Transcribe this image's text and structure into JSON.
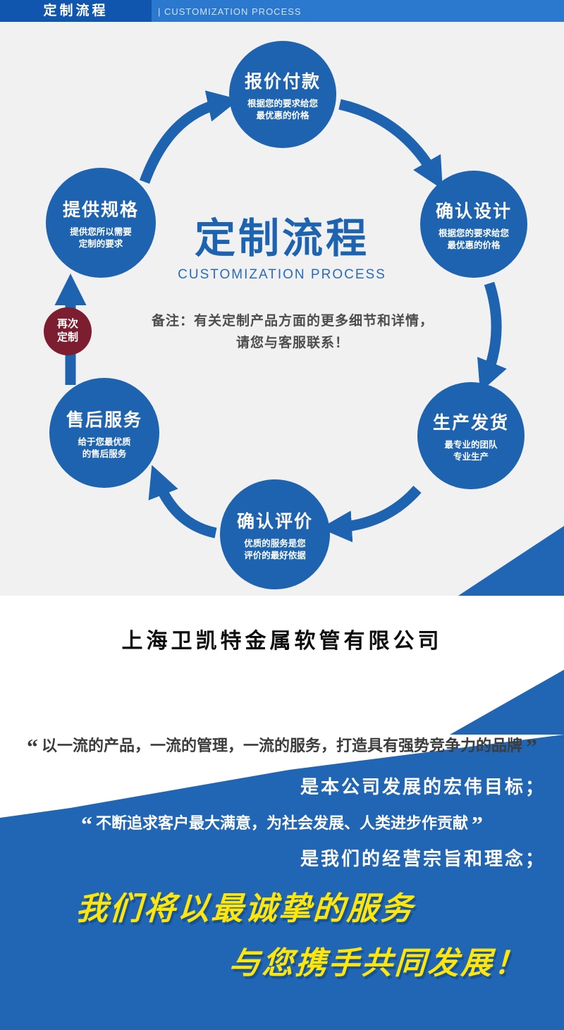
{
  "header": {
    "title": "定制流程",
    "subtitle": "| CUSTOMIZATION PROCESS"
  },
  "diagram": {
    "center_title": "定制流程",
    "center_subtitle": "CUSTOMIZATION PROCESS",
    "note_line1": "备注：有关定制产品方面的更多细节和详情，",
    "note_line2": "请您与客服联系！",
    "steps": [
      {
        "title": "报价付款",
        "desc1": "根据您的要求给您",
        "desc2": "最优惠的价格"
      },
      {
        "title": "确认设计",
        "desc1": "根据您的要求给您",
        "desc2": "最优惠的价格"
      },
      {
        "title": "生产发货",
        "desc1": "最专业的团队",
        "desc2": "专业生产"
      },
      {
        "title": "确认评价",
        "desc1": "优质的服务是您",
        "desc2": "评价的最好依据"
      },
      {
        "title": "售后服务",
        "desc1": "给于您最优质",
        "desc2": "的售后服务"
      },
      {
        "title": "提供规格",
        "desc1": "提供您所以需要",
        "desc2": "定制的要求"
      }
    ],
    "repeat_badge": {
      "line1": "再次",
      "line2": "定制"
    }
  },
  "company": {
    "name": "上海卫凯特金属软管有限公司"
  },
  "slogan": {
    "open_quote": "“",
    "close_quote": "”",
    "quote1": "以一流的产品，一流的管理，一流的服务，打造具有强势竞争力的品牌",
    "goal1": "是本公司发展的宏伟目标；",
    "quote2": "不断追求客户最大满意，为社会发展、人类进步作贡献",
    "goal2": "是我们的经营宗旨和理念；",
    "highlight1": "我们将以最诚挚的服务",
    "highlight2": "与您携手共同发展！"
  },
  "colors": {
    "primary_blue": "#1d63b0",
    "header_bar_blue": "#2b78cf",
    "header_box_blue": "#1156ae",
    "badge_maroon": "#7c1e2f",
    "highlight_yellow": "#ffe60a",
    "panel_gray": "#f1f1f2"
  }
}
